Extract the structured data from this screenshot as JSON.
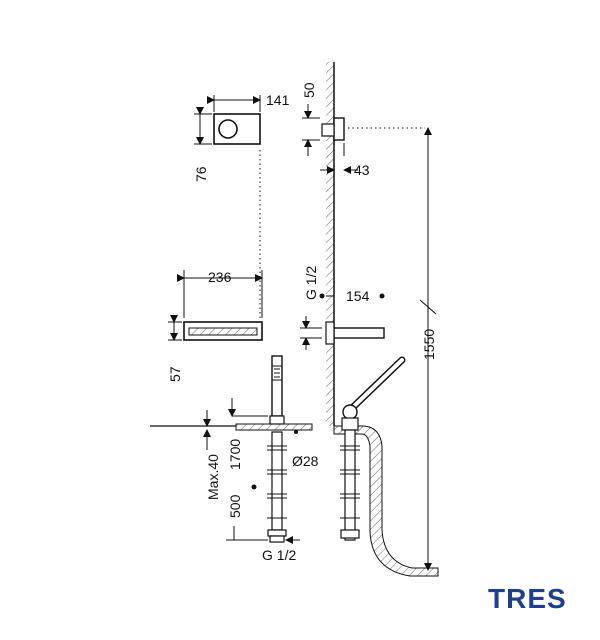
{
  "dimensions": {
    "control_width": "141",
    "control_height": "76",
    "spout_width": "236",
    "spout_height": "57",
    "wall_plate_height": "50",
    "wall_plate_depth": "43",
    "thread_label_mid": "G 1/2",
    "spout_projection": "154",
    "total_height": "1550",
    "hose_length": "1700",
    "pipe_diameter": "Ø28",
    "deck_max": "Max.40",
    "pipe_length": "500",
    "thread_label_bottom": "G 1/2"
  },
  "brand": {
    "name": "TRES",
    "color": "#1f3f8c"
  }
}
